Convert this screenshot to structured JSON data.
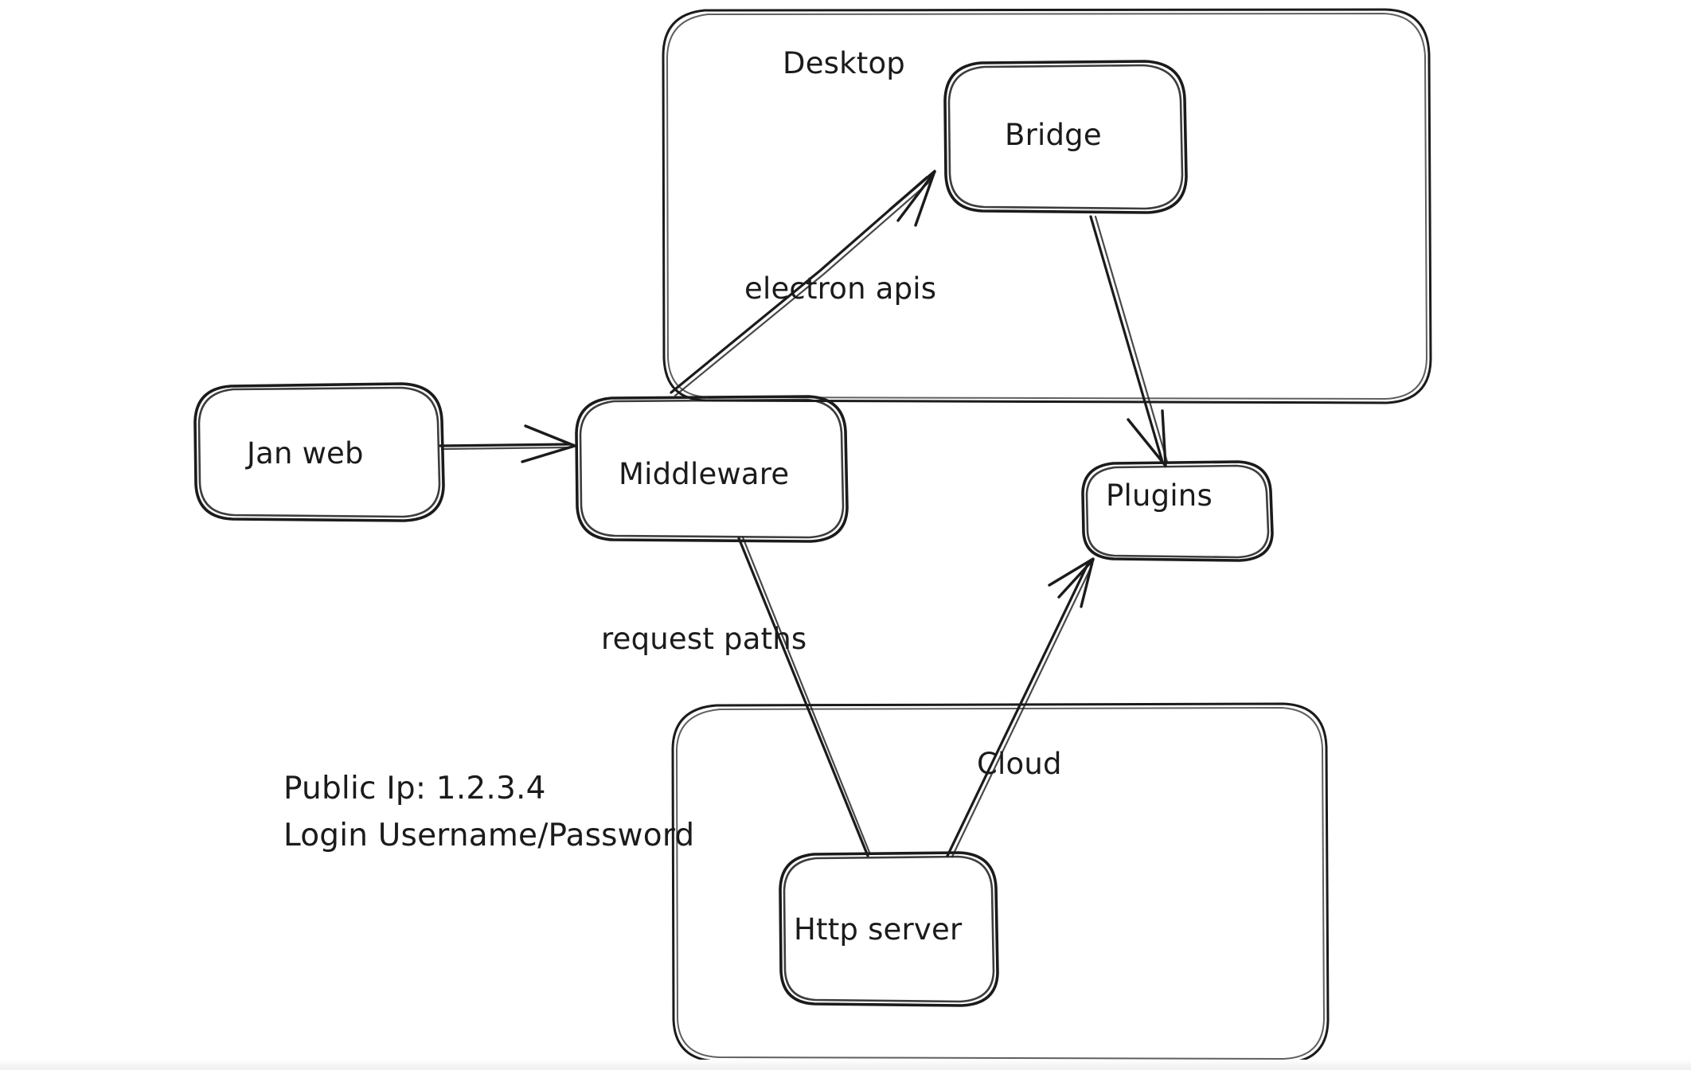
{
  "diagram": {
    "title": "Jan architecture sketch",
    "style": "hand-drawn whiteboard",
    "background_color": "#ffffff",
    "stroke_color": "#1b1b1b",
    "groups": [
      {
        "id": "desktop",
        "label": "Desktop"
      },
      {
        "id": "cloud",
        "label": ""
      }
    ],
    "nodes": [
      {
        "id": "jan-web",
        "label": "Jan web"
      },
      {
        "id": "middleware",
        "label": "Middleware"
      },
      {
        "id": "bridge",
        "label": "Bridge"
      },
      {
        "id": "plugins",
        "label": "Plugins"
      },
      {
        "id": "http-server",
        "label": "Http server"
      }
    ],
    "edges": [
      {
        "id": "janweb-to-middleware",
        "from": "Jan web",
        "to": "Middleware",
        "label": "",
        "arrow": true
      },
      {
        "id": "middleware-to-bridge",
        "from": "Middleware",
        "to": "Bridge",
        "label": "electron apis",
        "arrow": true
      },
      {
        "id": "bridge-to-plugins",
        "from": "Bridge",
        "to": "Plugins",
        "label": "",
        "arrow": true
      },
      {
        "id": "middleware-to-httpserver",
        "from": "Middleware",
        "to": "Http server",
        "label": "request paths",
        "arrow": false
      },
      {
        "id": "httpserver-to-plugins",
        "from": "Http server",
        "to": "Plugins",
        "label": "Cloud",
        "arrow": true
      }
    ],
    "notes": {
      "public_ip_line": "Public Ip: 1.2.3.4",
      "login_line": "Login Username/Password"
    }
  }
}
